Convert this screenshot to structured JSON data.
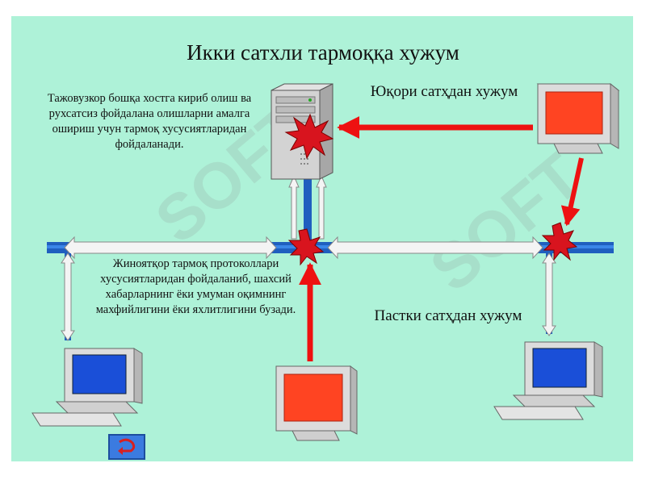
{
  "title": "Икки сатхли тармоққа хужум",
  "descriptions": {
    "intruder_host": "Тажовузкор бошқа хостга кириб олиш ва рухсатсиз фойдалана олишларни амалга ошириш учун тармоқ хусусиятларидан фойдаланади.",
    "criminal_protocols": "Жиноятқор тармоқ протоколлари хусусиятларидан фойдаланиб, шахсий хабарларнинг ёки умуман оқимнинг махфийлигини ёки яхлитлигини бузади."
  },
  "labels": {
    "upper_attack": "Юқори сатҳдан хужум",
    "lower_attack": "Пастки сатҳдан хужум"
  },
  "watermark": "SOFT",
  "icons": {
    "back_button": "return-arrow-icon",
    "server": "server-tower-icon",
    "attacker_monitor": "red-screen-monitor-icon",
    "user_computer": "blue-screen-computer-icon",
    "breach": "red-burst-icon"
  },
  "colors": {
    "panel": "#aef2d8",
    "attack_arrow": "#ee1111",
    "network_bus": "#1f5fbf",
    "data_arrow": "#eeeeee",
    "attacker_screen": "#ff4422",
    "user_screen": "#1a4fd8"
  }
}
